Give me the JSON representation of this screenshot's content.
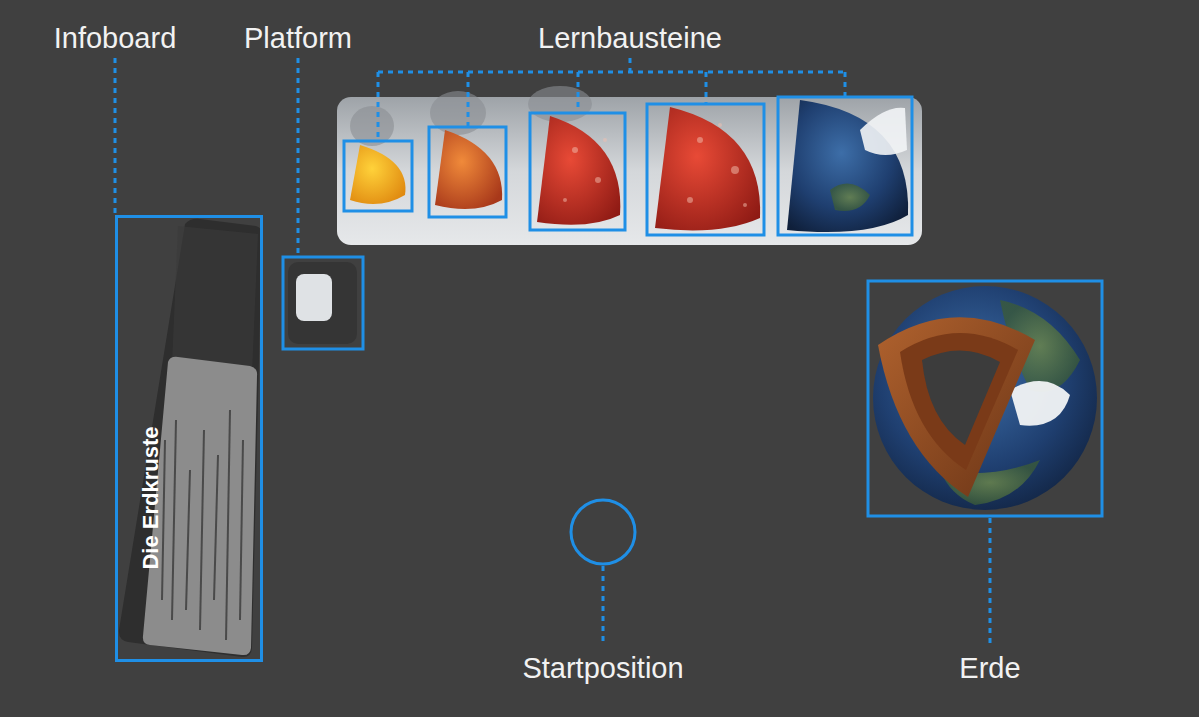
{
  "diagram": {
    "nodes": [
      {
        "text": [
          "Die Erdkruste"
        ]
      }
    ],
    "labels": [
      "Infoboard",
      "Platform",
      "Lernbausteine",
      "Startposition",
      "Erde"
    ]
  }
}
